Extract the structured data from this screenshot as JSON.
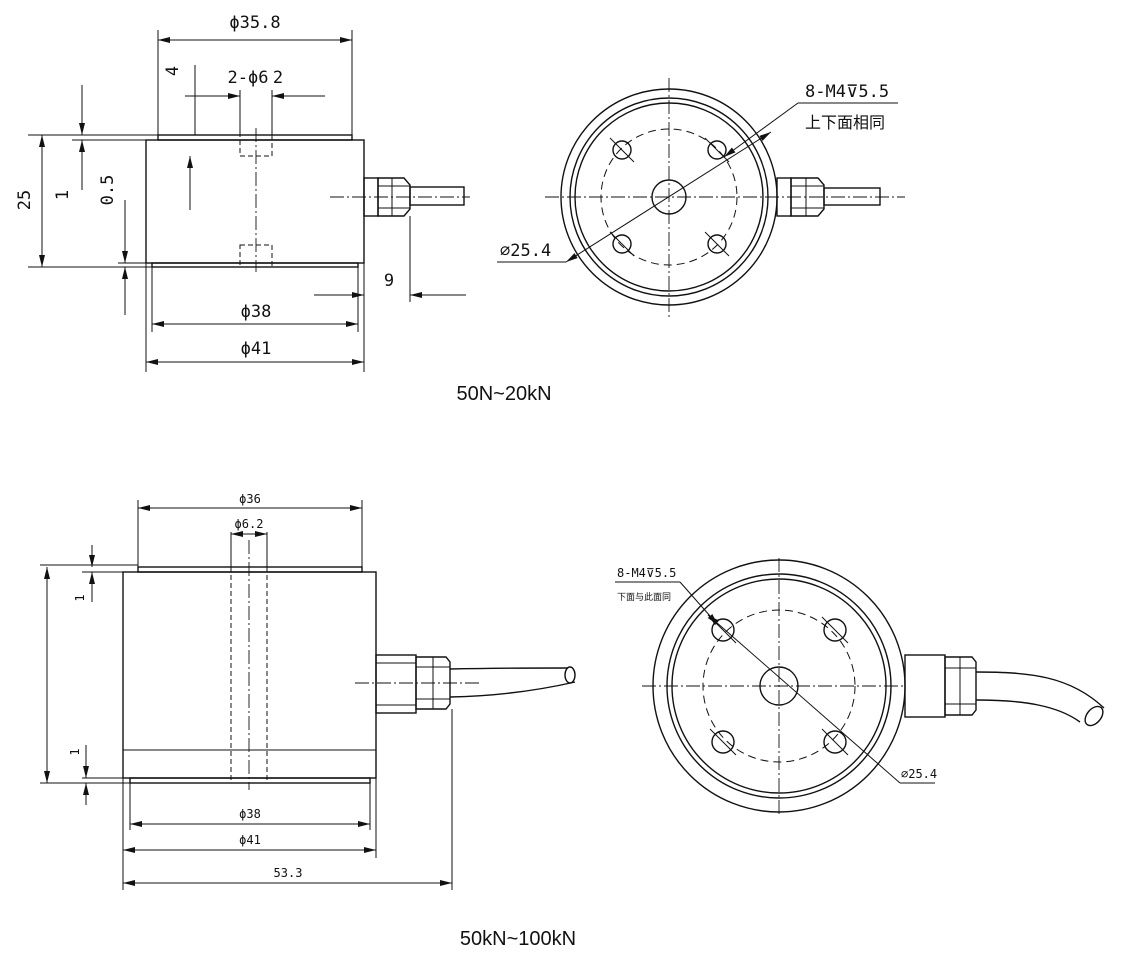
{
  "captions": {
    "top": "50N~20kN",
    "bottom": "50kN~100kN"
  },
  "top_side": {
    "d_top": "ϕ35.8",
    "d_hole": "2-ϕ6",
    "w_4": "4",
    "w_2": "2",
    "h_25": "25",
    "h_1": "1",
    "h_05": "0.5",
    "d_base": "ϕ38",
    "d_body": "ϕ41",
    "w_9": "9"
  },
  "top_plan": {
    "thread": "8-M4⊽5.5",
    "note": "上下面相同",
    "pcd": "⌀25.4"
  },
  "bottom_side": {
    "d_top": "ϕ36",
    "d_hole": "ϕ6.2",
    "h_1a": "1",
    "h_1b": "1",
    "d_base": "ϕ38",
    "d_body": "ϕ41",
    "w_total": "53.3"
  },
  "bottom_plan": {
    "thread": "8-M4⊽5.5",
    "note": "下面与此面同",
    "pcd": "⌀25.4"
  }
}
